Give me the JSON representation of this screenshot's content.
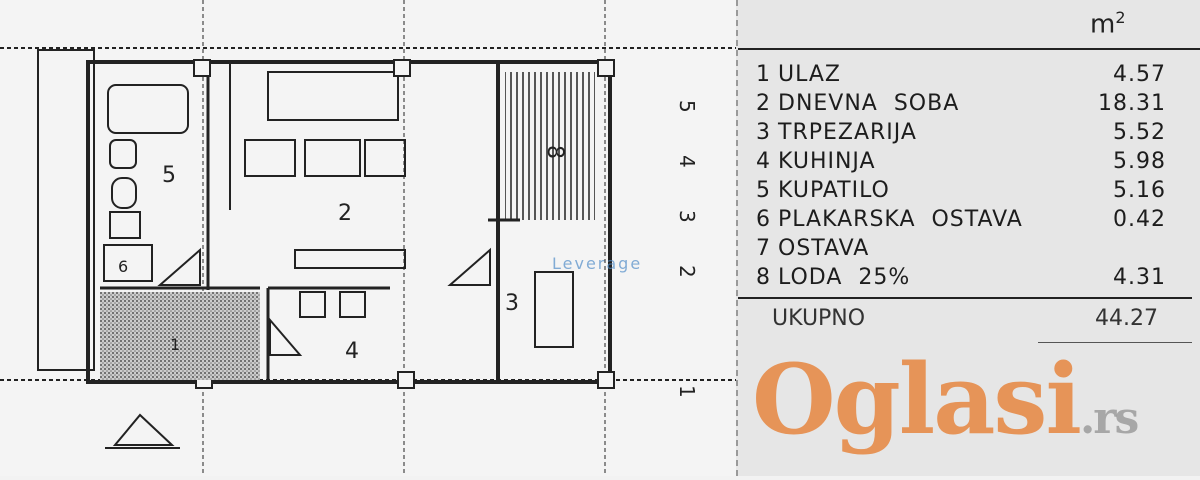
{
  "plan": {
    "room_labels": [
      "5",
      "6",
      "2",
      "8",
      "3",
      "4",
      "1"
    ],
    "dimension_labels": [
      "5",
      "4",
      "3",
      "2",
      "1"
    ]
  },
  "legend": {
    "unit": "m",
    "unit_power": "2",
    "rooms": [
      {
        "num": "1",
        "name": "ULAZ",
        "area": "4.57"
      },
      {
        "num": "2",
        "name": "DNEVNA  SOBA",
        "area": "18.31"
      },
      {
        "num": "3",
        "name": "TRPEZARIJA",
        "area": "5.52"
      },
      {
        "num": "4",
        "name": "KUHINJA",
        "area": "5.98"
      },
      {
        "num": "5",
        "name": "KUPATILO",
        "area": "5.16"
      },
      {
        "num": "6",
        "name": "PLAKARSKA  OSTAVA",
        "area": "0.42"
      },
      {
        "num": "7",
        "name": "OSTAVA",
        "area": ""
      },
      {
        "num": "8",
        "name": "LODA  25%",
        "area": "4.31"
      }
    ],
    "total_label": "UKUPNO",
    "total_area": "44.27"
  },
  "watermarks": {
    "main": "Oglasi",
    "suffix": ".rs",
    "agency": "Leverage"
  }
}
